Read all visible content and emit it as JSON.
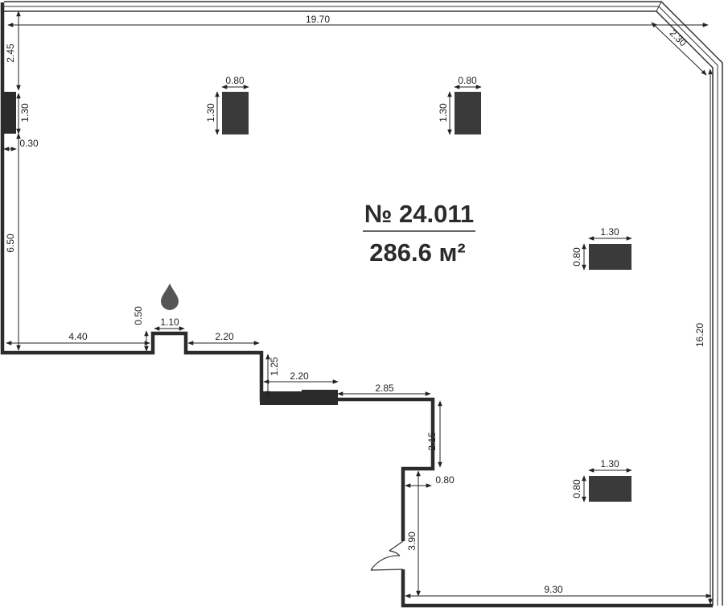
{
  "room": {
    "number": "№ 24.011",
    "area": "286.6 м²"
  },
  "dimensions": {
    "top_width": "19.70",
    "corner_diagonal": "2.30",
    "right_height": "16.20",
    "left_top_gap": "2.45",
    "left_pillar_height": "1.30",
    "left_pillar_depth": "0.30",
    "left_height": "6.50",
    "bottom_left_run": "4.40",
    "niche_depth": "0.50",
    "niche_width": "1.10",
    "step_run_1": "2.20",
    "step_drop_1": "1.25",
    "step_run_2": "2.20",
    "step_run_3": "2.85",
    "step_drop_2": "2.15",
    "step_inset": "0.80",
    "entrance_height": "3.90",
    "bottom_width": "9.30"
  },
  "columns": [
    {
      "width": "0.80",
      "height": "1.30"
    },
    {
      "width": "0.80",
      "height": "1.30"
    },
    {
      "width": "1.30",
      "height": "0.80"
    },
    {
      "width": "1.30",
      "height": "0.80"
    }
  ],
  "colors": {
    "wall": "#2b2b2b",
    "column_fill": "#3a3a3a",
    "background": "#ffffff"
  },
  "icons": {
    "drain": "water-drop-icon",
    "door": "door-swing-icon"
  }
}
